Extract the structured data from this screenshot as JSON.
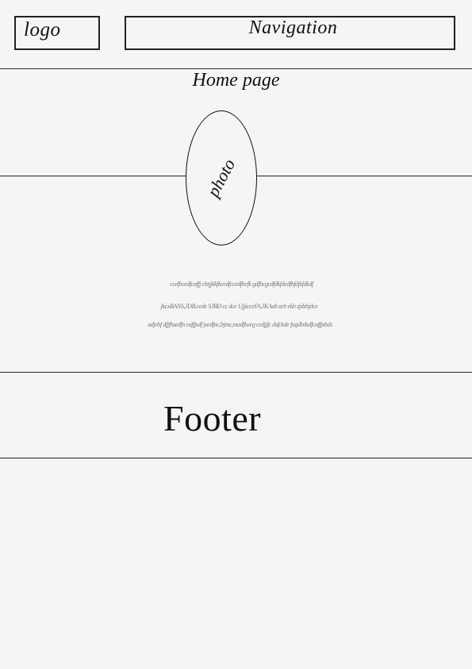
{
  "header": {
    "logo_label": "logo",
    "navigation_label": "Navigation"
  },
  "main": {
    "title": "Home page",
    "photo_label": "photo",
    "placeholder_lines": [
      "ccefbcedfcaffj chtjjkkfkcedfccedfbcfk  gdfhcgcdfdkfdedfhfdjkfdkdf",
      "jkcxBANS,JDB.cede SJBD cc dce  UjjicceFA,JKAab arb ekb zjdsbjdce",
      "adjebf dfjfhsedfn eaffjsdf jsedfnc,bjmc,madflweg cedjjfc dsfckde fssjdbdsdfcaffjshds"
    ]
  },
  "footer": {
    "label": "Footer"
  }
}
